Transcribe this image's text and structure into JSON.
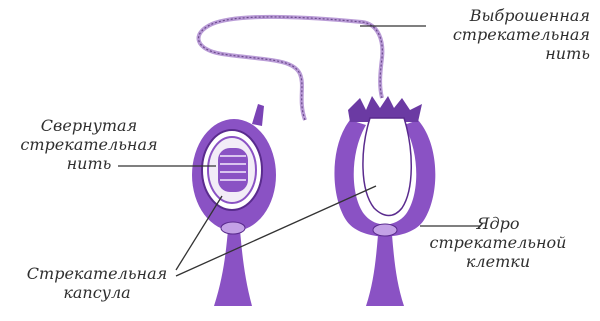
{
  "labels": {
    "discharged_thread": "Выброшенная\nстрекательная\nнить",
    "coiled_thread": "Свернутая\nстрекательная\nнить",
    "nucleus": "Ядро\nстрекательной\nклетки",
    "capsule": "Стрекательная\nкапсула"
  },
  "colors": {
    "cell": "#8a52c4",
    "cell_dark": "#5a2b8e",
    "cell_light": "#c3a1e6",
    "line": "#333333"
  }
}
